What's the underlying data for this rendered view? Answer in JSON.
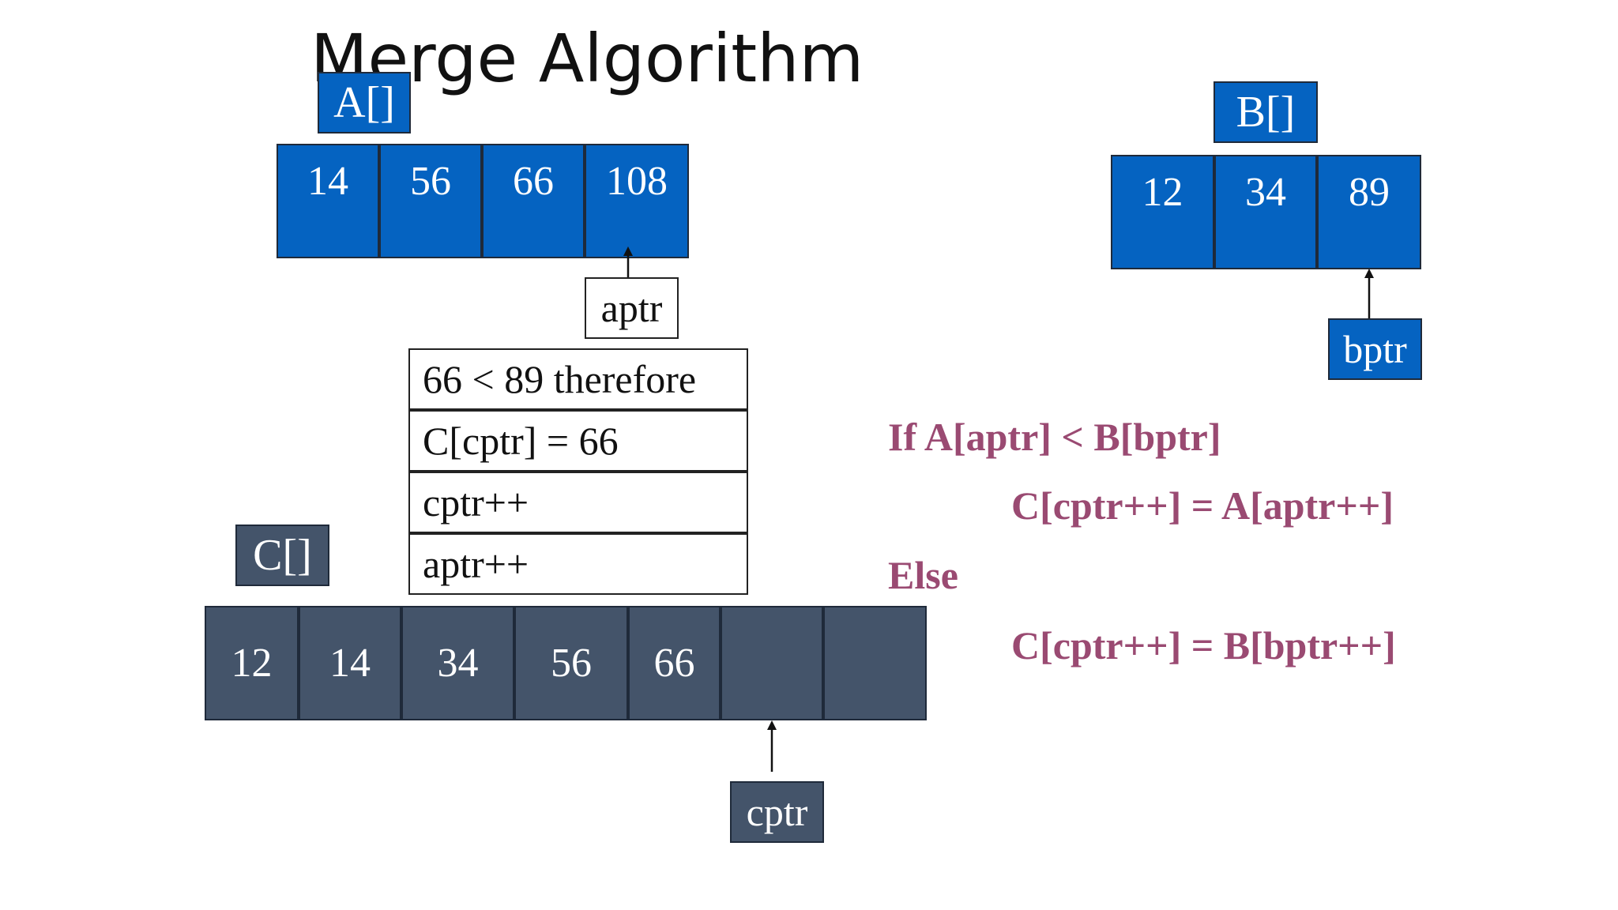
{
  "title": "Merge Algorithm",
  "array_a": {
    "label": "A[]",
    "values": [
      "14",
      "56",
      "66",
      "108"
    ],
    "pointer": "aptr"
  },
  "array_b": {
    "label": "B[]",
    "values": [
      "12",
      "34",
      "89"
    ],
    "pointer": "bptr"
  },
  "array_c": {
    "label": "C[]",
    "values": [
      "12",
      "14",
      "34",
      "56",
      "66",
      "",
      ""
    ],
    "pointer": "cptr"
  },
  "notes": [
    "66 < 89 therefore",
    "C[cptr] = 66",
    "cptr++",
    "aptr++"
  ],
  "code": {
    "if_line": "If A[aptr] < B[bptr]",
    "then_line": "C[cptr++] = A[aptr++]",
    "else_line": "Else",
    "else_stmt": "C[cptr++] = B[bptr++]"
  },
  "colors": {
    "array_blue": "#0563c1",
    "array_slate": "#44546a",
    "code_text": "#9a4a72"
  }
}
